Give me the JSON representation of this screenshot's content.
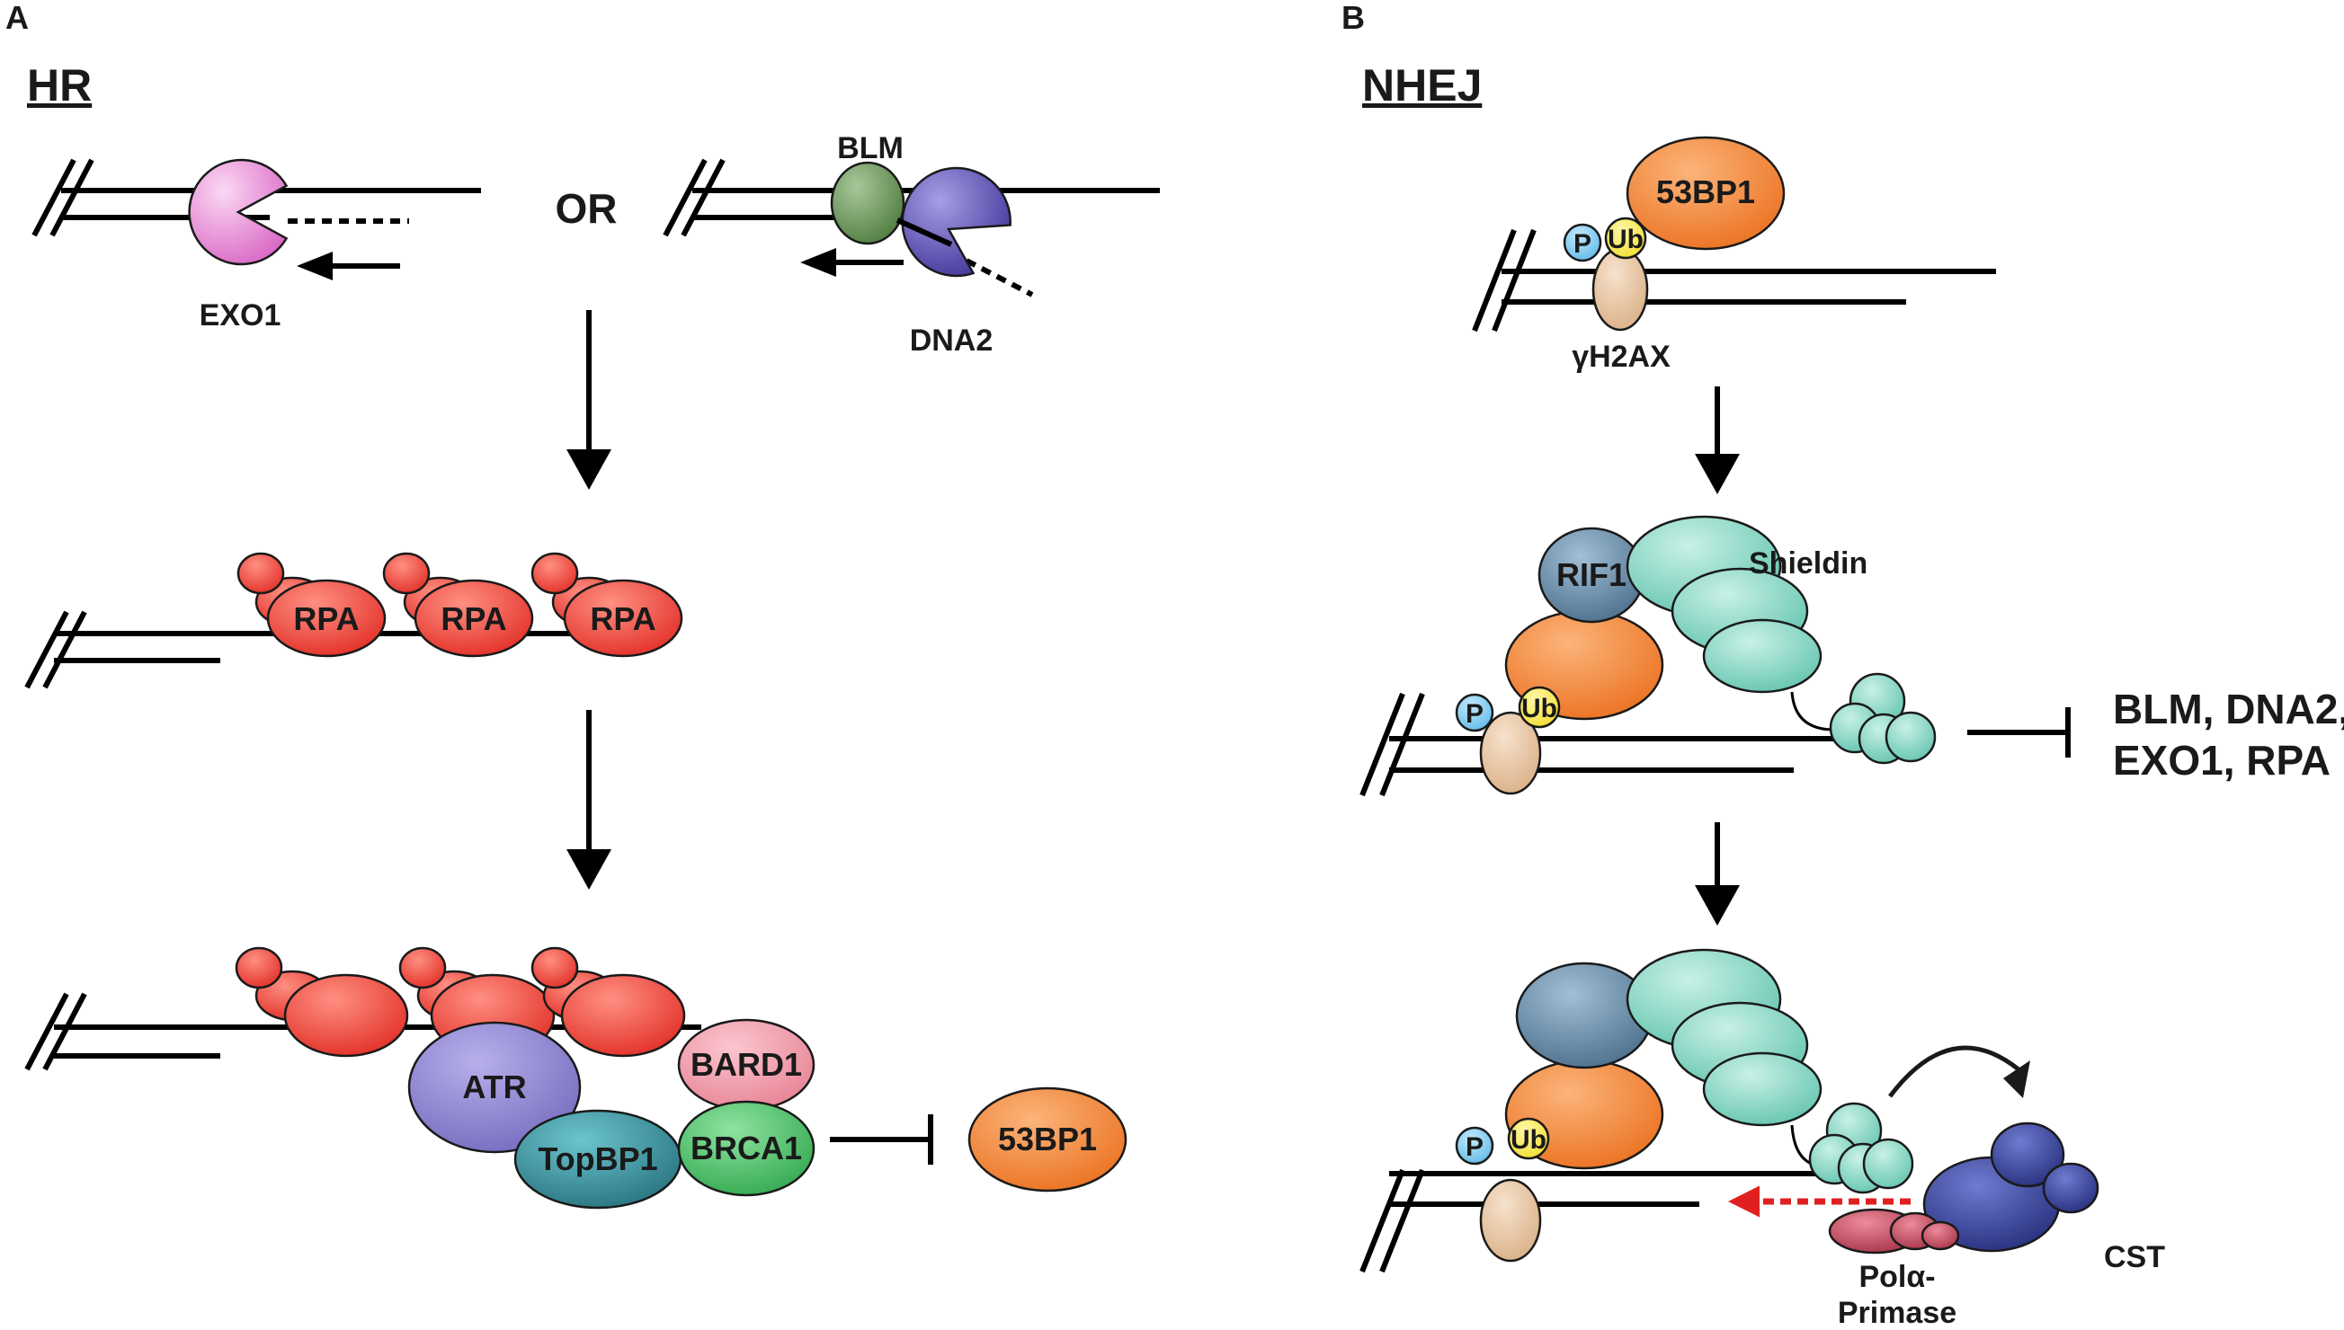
{
  "panel_a": {
    "letter": "A",
    "title": "HR",
    "or_label": "OR",
    "exo1": "EXO1",
    "blm": "BLM",
    "dna2": "DNA2",
    "rpa": [
      "RPA",
      "RPA",
      "RPA"
    ],
    "atr": "ATR",
    "bard1": "BARD1",
    "topbp1": "TopBP1",
    "brca1": "BRCA1",
    "inhibited": "53BP1"
  },
  "panel_b": {
    "letter": "B",
    "title": "NHEJ",
    "p": "P",
    "ub": "Ub",
    "bp53": "53BP1",
    "h2ax": "γH2AX",
    "rif1": "RIF1",
    "shieldin": "Shieldin",
    "inhibited_line1": "BLM, DNA2,",
    "inhibited_line2": "EXO1, RPA",
    "pol_line1": "Polα-",
    "pol_line2": "Primase",
    "cst": "CST"
  },
  "colors": {
    "exo1": "#d965c4",
    "blm": "#5d8a4a",
    "dna2": "#4a3ea8",
    "rpa": "#e8302a",
    "atr": "#7b72c2",
    "topbp1": "#2f8a96",
    "bard1": "#ea8e9d",
    "brca1": "#3eb85c",
    "bp53": "#f07f2a",
    "h2ax": "#e6c29d",
    "p_circle": "#7cc8ef",
    "ub_circle": "#f5e84a",
    "rif1": "#557a97",
    "shieldin": "#7dd3c0",
    "cst": "#2b3587",
    "polprimase": "#b83a50",
    "red_arrow": "#e02020"
  }
}
